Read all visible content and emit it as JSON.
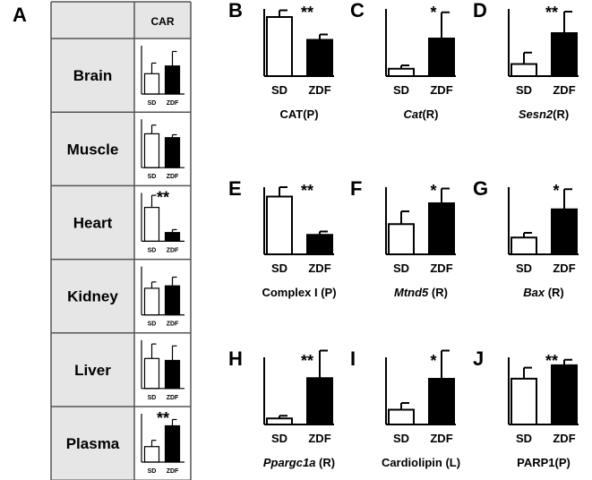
{
  "table": {
    "panel_letter": "A",
    "column_header": "CAR",
    "colors": {
      "label_fill": "#e6e6e6",
      "grid": "#555555"
    },
    "rows": [
      {
        "label": "Brain",
        "star": ""
      },
      {
        "label": "Muscle",
        "star": ""
      },
      {
        "label": "Heart",
        "star": "**"
      },
      {
        "label": "Kidney",
        "star": ""
      },
      {
        "label": "Liver",
        "star": ""
      },
      {
        "label": "Plasma",
        "star": "**"
      }
    ],
    "tick_labels": [
      "SD",
      "ZDF"
    ]
  },
  "chart_data": [
    {
      "panel": "A-Brain",
      "type": "bar",
      "categories": [
        "SD",
        "ZDF"
      ],
      "values": [
        0.42,
        0.58
      ],
      "errors": [
        0.22,
        0.3
      ],
      "ylim": [
        0,
        1
      ],
      "fill": [
        "#ffffff",
        "#000000"
      ]
    },
    {
      "panel": "A-Muscle",
      "type": "bar",
      "categories": [
        "SD",
        "ZDF"
      ],
      "values": [
        0.7,
        0.62
      ],
      "errors": [
        0.18,
        0.06
      ],
      "ylim": [
        0,
        1
      ],
      "fill": [
        "#ffffff",
        "#000000"
      ]
    },
    {
      "panel": "A-Heart",
      "type": "bar",
      "categories": [
        "SD",
        "ZDF"
      ],
      "values": [
        0.7,
        0.18
      ],
      "errors": [
        0.25,
        0.06
      ],
      "ylim": [
        0,
        1
      ],
      "fill": [
        "#ffffff",
        "#000000"
      ],
      "significance": "**"
    },
    {
      "panel": "A-Kidney",
      "type": "bar",
      "categories": [
        "SD",
        "ZDF"
      ],
      "values": [
        0.55,
        0.6
      ],
      "errors": [
        0.13,
        0.18
      ],
      "ylim": [
        0,
        1
      ],
      "fill": [
        "#ffffff",
        "#000000"
      ]
    },
    {
      "panel": "A-Liver",
      "type": "bar",
      "categories": [
        "SD",
        "ZDF"
      ],
      "values": [
        0.62,
        0.58
      ],
      "errors": [
        0.3,
        0.3
      ],
      "ylim": [
        0,
        1
      ],
      "fill": [
        "#ffffff",
        "#000000"
      ]
    },
    {
      "panel": "A-Plasma",
      "type": "bar",
      "categories": [
        "SD",
        "ZDF"
      ],
      "values": [
        0.32,
        0.75
      ],
      "errors": [
        0.13,
        0.13
      ],
      "ylim": [
        0,
        1
      ],
      "fill": [
        "#ffffff",
        "#000000"
      ],
      "significance": "**"
    },
    {
      "panel": "B",
      "type": "bar",
      "categories": [
        "SD",
        "ZDF"
      ],
      "values": [
        0.88,
        0.54
      ],
      "errors": [
        0.1,
        0.08
      ],
      "ylim": [
        0,
        1
      ],
      "xlabel": "CAT(P)",
      "significance": "**",
      "fill": [
        "#ffffff",
        "#000000"
      ]
    },
    {
      "panel": "C",
      "type": "bar",
      "categories": [
        "SD",
        "ZDF"
      ],
      "values": [
        0.11,
        0.56
      ],
      "errors": [
        0.05,
        0.39
      ],
      "ylim": [
        0,
        1
      ],
      "xlabel_parts": [
        {
          "text": "Cat",
          "italic": true
        },
        {
          "text": "(R)",
          "italic": false
        }
      ],
      "significance": "*",
      "fill": [
        "#ffffff",
        "#000000"
      ]
    },
    {
      "panel": "D",
      "type": "bar",
      "categories": [
        "SD",
        "ZDF"
      ],
      "values": [
        0.18,
        0.64
      ],
      "errors": [
        0.17,
        0.32
      ],
      "ylim": [
        0,
        1
      ],
      "xlabel_parts": [
        {
          "text": "Sesn2",
          "italic": true
        },
        {
          "text": "(R)",
          "italic": false
        }
      ],
      "significance": "**",
      "fill": [
        "#ffffff",
        "#000000"
      ]
    },
    {
      "panel": "E",
      "type": "bar",
      "categories": [
        "SD",
        "ZDF"
      ],
      "values": [
        0.86,
        0.29
      ],
      "errors": [
        0.14,
        0.05
      ],
      "ylim": [
        0,
        1
      ],
      "xlabel": "Complex I (P)",
      "significance": "**",
      "fill": [
        "#ffffff",
        "#000000"
      ]
    },
    {
      "panel": "F",
      "type": "bar",
      "categories": [
        "SD",
        "ZDF"
      ],
      "values": [
        0.45,
        0.76
      ],
      "errors": [
        0.19,
        0.22
      ],
      "ylim": [
        0,
        1
      ],
      "xlabel_parts": [
        {
          "text": "Mtnd5",
          "italic": true
        },
        {
          "text": " (R)",
          "italic": false
        }
      ],
      "significance": "*",
      "fill": [
        "#ffffff",
        "#000000"
      ]
    },
    {
      "panel": "G",
      "type": "bar",
      "categories": [
        "SD",
        "ZDF"
      ],
      "values": [
        0.25,
        0.67
      ],
      "errors": [
        0.07,
        0.3
      ],
      "ylim": [
        0,
        1
      ],
      "xlabel_parts": [
        {
          "text": "Bax",
          "italic": true
        },
        {
          "text": " (R)",
          "italic": false
        }
      ],
      "significance": "*",
      "fill": [
        "#ffffff",
        "#000000"
      ]
    },
    {
      "panel": "H",
      "type": "bar",
      "categories": [
        "SD",
        "ZDF"
      ],
      "values": [
        0.09,
        0.69
      ],
      "errors": [
        0.04,
        0.41
      ],
      "ylim": [
        0,
        1
      ],
      "xlabel_parts": [
        {
          "text": "Ppargc1a",
          "italic": true
        },
        {
          "text": " (R)",
          "italic": false
        }
      ],
      "significance": "**",
      "fill": [
        "#ffffff",
        "#000000"
      ]
    },
    {
      "panel": "I",
      "type": "bar",
      "categories": [
        "SD",
        "ZDF"
      ],
      "values": [
        0.22,
        0.68
      ],
      "errors": [
        0.1,
        0.42
      ],
      "ylim": [
        0,
        1
      ],
      "xlabel": "Cardiolipin (L)",
      "significance": "*",
      "fill": [
        "#ffffff",
        "#000000"
      ]
    },
    {
      "panel": "J",
      "type": "bar",
      "categories": [
        "SD",
        "ZDF"
      ],
      "values": [
        0.75,
        0.97
      ],
      "errors": [
        0.18,
        0.09
      ],
      "ylim": [
        0,
        1.1
      ],
      "xlabel": "PARP1(P)",
      "significance": "**",
      "fill": [
        "#ffffff",
        "#000000"
      ]
    }
  ]
}
